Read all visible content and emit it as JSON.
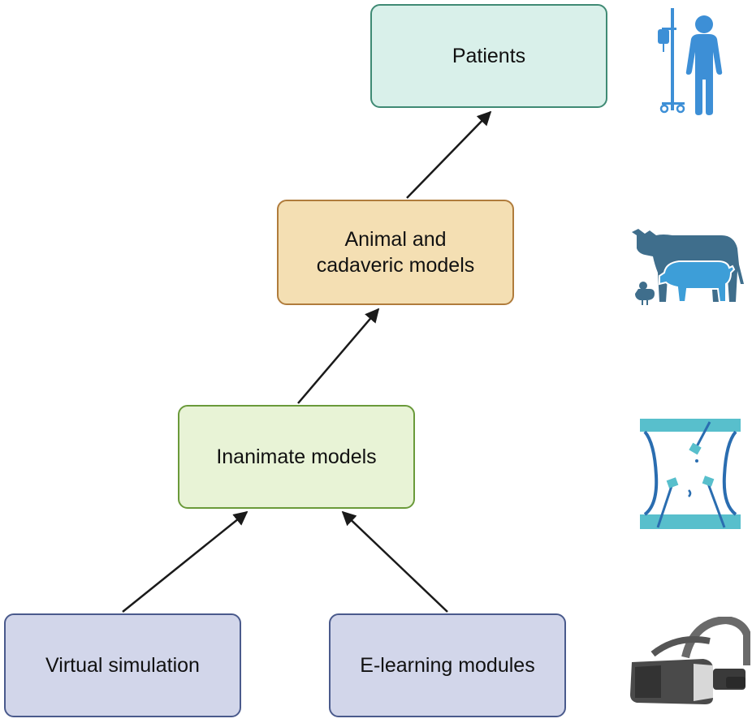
{
  "diagram": {
    "nodes": [
      {
        "id": "patients",
        "label": "Patients",
        "fill": "#d9f0ea",
        "border": "#3f8a74"
      },
      {
        "id": "animal",
        "label": "Animal and\ncadaveric models",
        "fill": "#f4dfb3",
        "border": "#b07c3c"
      },
      {
        "id": "inanimate",
        "label": "Inanimate models",
        "fill": "#e8f3d6",
        "border": "#6a9a3a"
      },
      {
        "id": "virtual",
        "label": "Virtual simulation",
        "fill": "#d2d6ea",
        "border": "#4a5a8c"
      },
      {
        "id": "elearning",
        "label": "E-learning modules",
        "fill": "#d2d6ea",
        "border": "#4a5a8c"
      }
    ],
    "edges": [
      {
        "from": "virtual",
        "to": "inanimate"
      },
      {
        "from": "elearning",
        "to": "inanimate"
      },
      {
        "from": "inanimate",
        "to": "animal"
      },
      {
        "from": "animal",
        "to": "patients"
      }
    ],
    "arrow_color": "#1a1a1a"
  },
  "icons": [
    {
      "name": "patient-with-iv-icon",
      "color": "#3d8fd6"
    },
    {
      "name": "livestock-animals-icon",
      "color": "#3f6e8c"
    },
    {
      "name": "laparoscopic-trainer-icon",
      "color": "#58bfcc"
    },
    {
      "name": "vr-headset-icon",
      "color": "#5a5a5a"
    }
  ]
}
